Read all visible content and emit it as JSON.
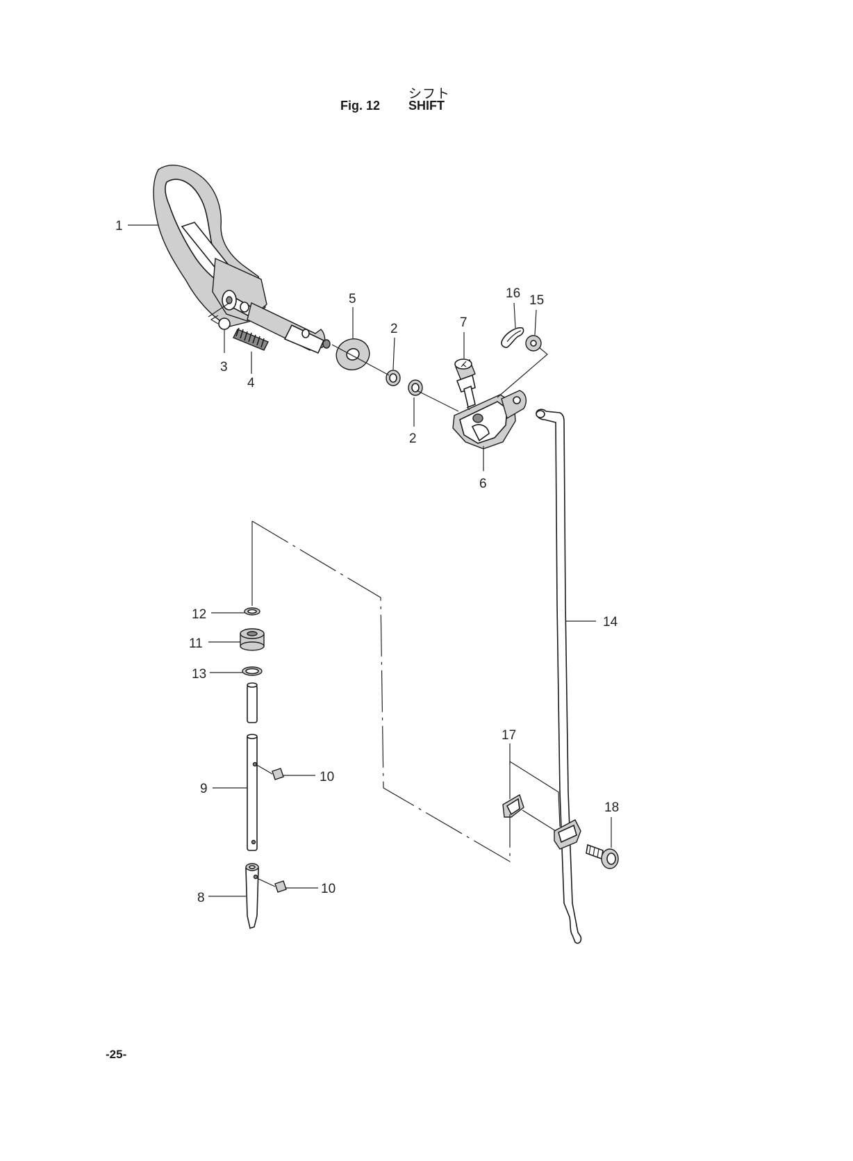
{
  "header": {
    "title_jp": "シフト",
    "fig_label": "Fig. 12",
    "title_en": "SHIFT"
  },
  "footer": {
    "page_number": "-25-"
  },
  "callouts": [
    {
      "id": "c1",
      "label": "1"
    },
    {
      "id": "c2a",
      "label": "2"
    },
    {
      "id": "c2b",
      "label": "2"
    },
    {
      "id": "c3",
      "label": "3"
    },
    {
      "id": "c4",
      "label": "4"
    },
    {
      "id": "c5",
      "label": "5"
    },
    {
      "id": "c6",
      "label": "6"
    },
    {
      "id": "c7",
      "label": "7"
    },
    {
      "id": "c8",
      "label": "8"
    },
    {
      "id": "c9",
      "label": "9"
    },
    {
      "id": "c10a",
      "label": "10"
    },
    {
      "id": "c10b",
      "label": "10"
    },
    {
      "id": "c11",
      "label": "11"
    },
    {
      "id": "c12",
      "label": "12"
    },
    {
      "id": "c13",
      "label": "13"
    },
    {
      "id": "c14",
      "label": "14"
    },
    {
      "id": "c15",
      "label": "15"
    },
    {
      "id": "c16",
      "label": "16"
    },
    {
      "id": "c17",
      "label": "17"
    },
    {
      "id": "c18",
      "label": "18"
    }
  ]
}
